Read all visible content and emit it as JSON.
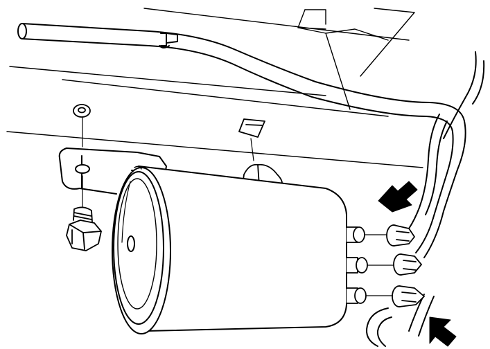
{
  "colors": {
    "stroke": "#000000",
    "fill": "#ffffff",
    "arrow": "#000000"
  },
  "parts": [
    "vapor-canister",
    "mounting-bracket",
    "mounting-bolt",
    "washer",
    "retaining-clip",
    "hose-connectors",
    "vapor-lines",
    "direction-arrows"
  ]
}
